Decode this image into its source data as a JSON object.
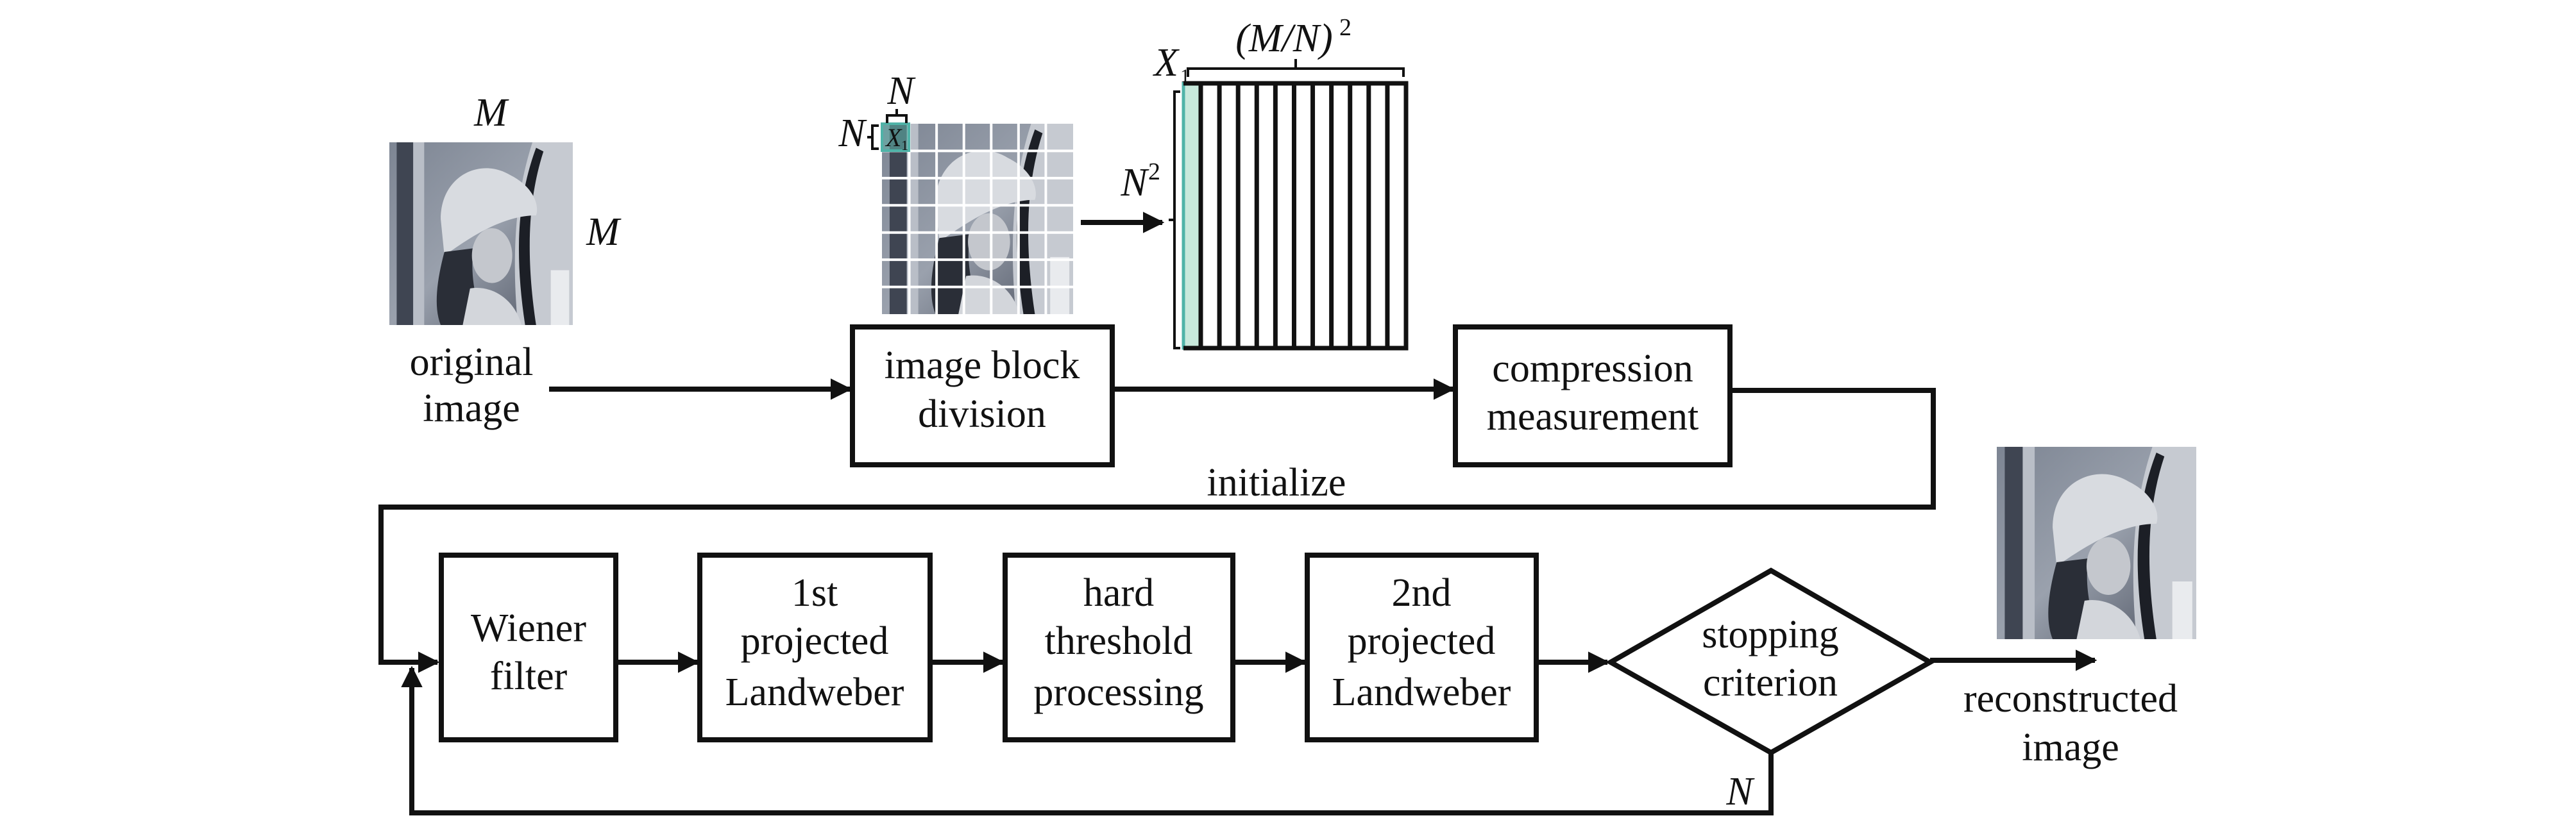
{
  "figure": {
    "original_image": {
      "label_lines": [
        "original",
        "image"
      ],
      "width_label": "M",
      "height_label": "M"
    },
    "block_image": {
      "grid_rows": 7,
      "grid_cols": 7,
      "block_label": "X",
      "block_label_sub": "1",
      "block_width_label": "N",
      "block_height_label": "N"
    },
    "matrix": {
      "column_count": 12,
      "first_column_label": "X",
      "first_column_label_sub": "1",
      "columns_label": "(M/N)",
      "columns_label_sup": "2",
      "rows_label": "N",
      "rows_label_sup": "2"
    },
    "colors": {
      "highlight_fill": "#c8e9dc",
      "highlight_stroke": "#4fb3a8",
      "line": "#111111"
    },
    "nodes": {
      "block_division": [
        "image block",
        "division"
      ],
      "compression": [
        "compression",
        "measurement"
      ],
      "wiener": [
        "Wiener",
        "filter"
      ],
      "landweber1": [
        "1st",
        "projected",
        "Landweber"
      ],
      "threshold": [
        "hard",
        "threshold",
        "processing"
      ],
      "landweber2": [
        "2nd",
        "projected",
        "Landweber"
      ],
      "stopping": [
        "stopping",
        "criterion"
      ]
    },
    "edge_labels": {
      "initialize": "initialize",
      "no_branch": "N"
    },
    "reconstructed_image": {
      "label_lines": [
        "reconstructed",
        "image"
      ]
    }
  }
}
